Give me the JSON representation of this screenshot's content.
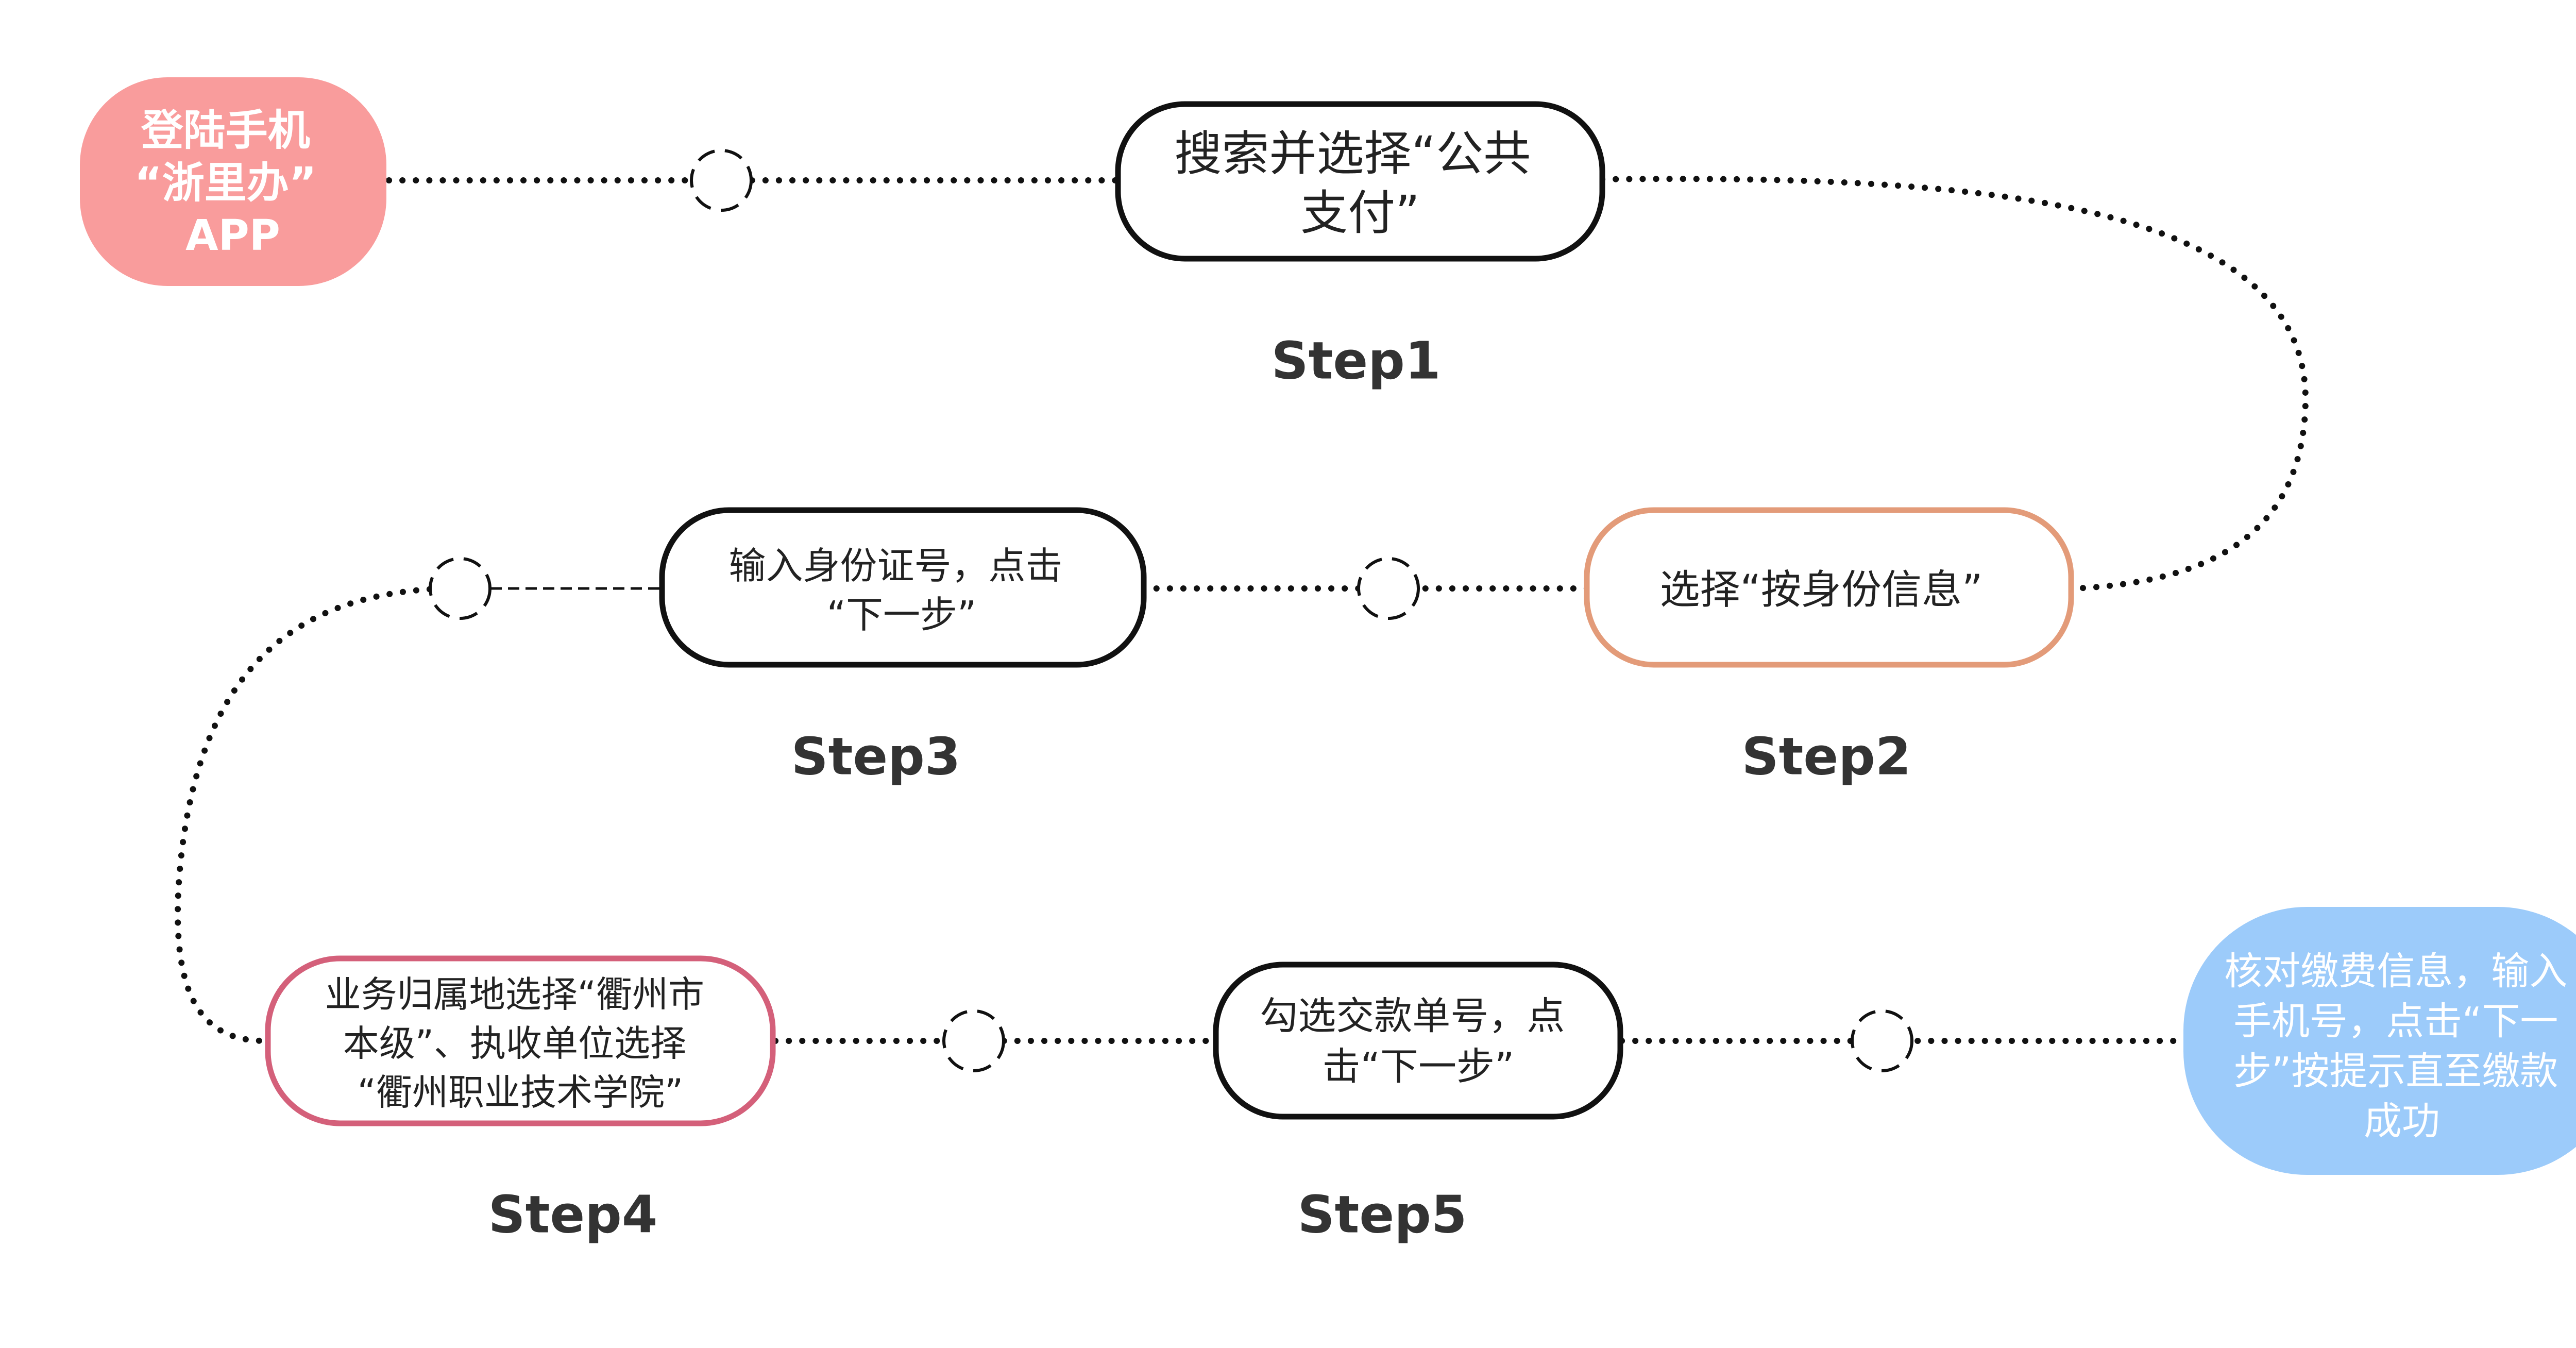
{
  "nodes": {
    "start": {
      "lines": [
        "登陆手机",
        "“浙里办”",
        "APP"
      ],
      "fill": "#F99C9C",
      "text_color": "#FFFFFF"
    },
    "step1": {
      "lines": [
        "搜索并选择“公共",
        "支付”"
      ],
      "border": "#111111",
      "label": "Step1"
    },
    "step2": {
      "lines": [
        "选择“按身份信息”"
      ],
      "border": "#E39B79",
      "label": "Step2"
    },
    "step3": {
      "lines": [
        "输入身份证号，点击",
        "“下一步”"
      ],
      "border": "#111111",
      "label": "Step3"
    },
    "step4": {
      "lines": [
        "业务归属地选择“衢州市",
        "本级”、执收单位选择",
        "“衢州职业技术学院”"
      ],
      "border": "#D4607A",
      "label": "Step4"
    },
    "step5": {
      "lines": [
        "勾选交款单号，点",
        "击“下一步”"
      ],
      "border": "#111111",
      "label": "Step5"
    },
    "end": {
      "lines": [
        "核对缴费信息，输入",
        "手机号，点击“下一",
        "步”按提示直至缴款",
        "成功"
      ],
      "fill": "#9CCBFA",
      "text_color": "#FFFFFF"
    }
  }
}
